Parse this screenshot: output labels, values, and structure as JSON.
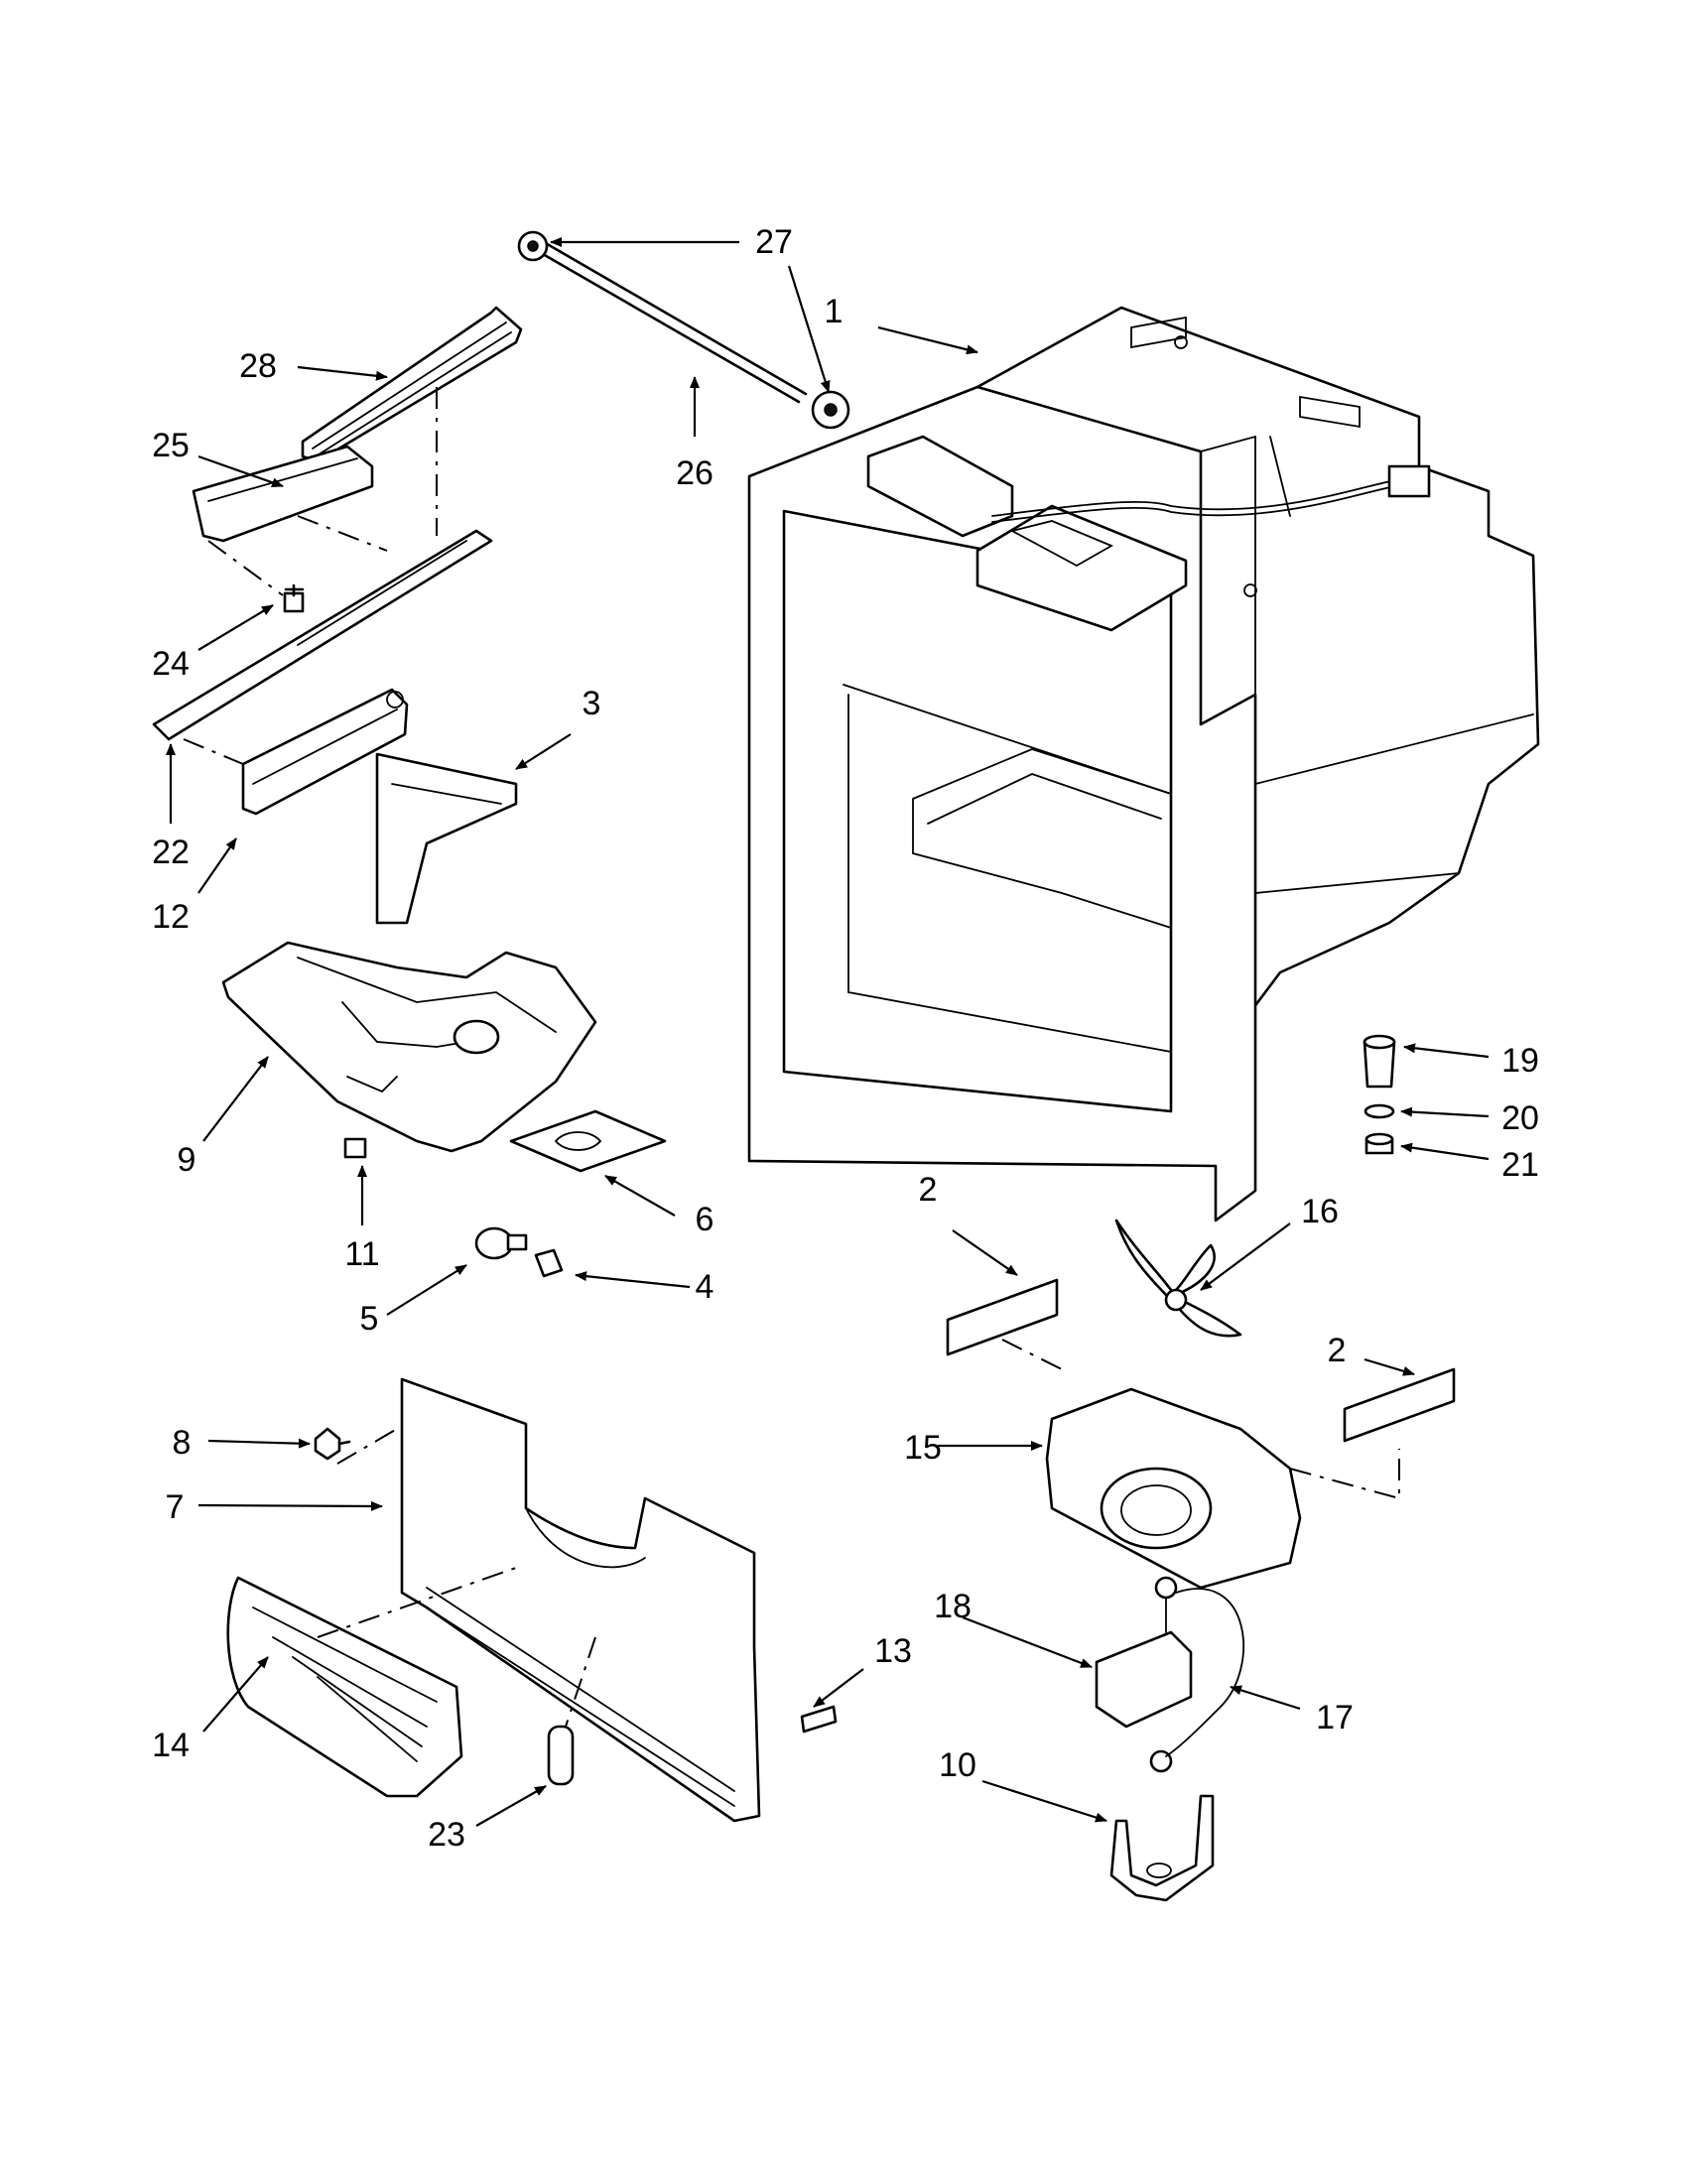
{
  "labels": {
    "p1": "1",
    "p2a": "2",
    "p2b": "2",
    "p3": "3",
    "p4": "4",
    "p5": "5",
    "p6": "6",
    "p7": "7",
    "p8": "8",
    "p9": "9",
    "p10": "10",
    "p11": "11",
    "p12": "12",
    "p13": "13",
    "p14": "14",
    "p15": "15",
    "p16": "16",
    "p17": "17",
    "p18": "18",
    "p19": "19",
    "p20": "20",
    "p21": "21",
    "p22": "22",
    "p23": "23",
    "p24": "24",
    "p25": "25",
    "p26": "26",
    "p27": "27",
    "p28": "28"
  },
  "colors": {
    "line": "#000000",
    "background": "#ffffff"
  }
}
